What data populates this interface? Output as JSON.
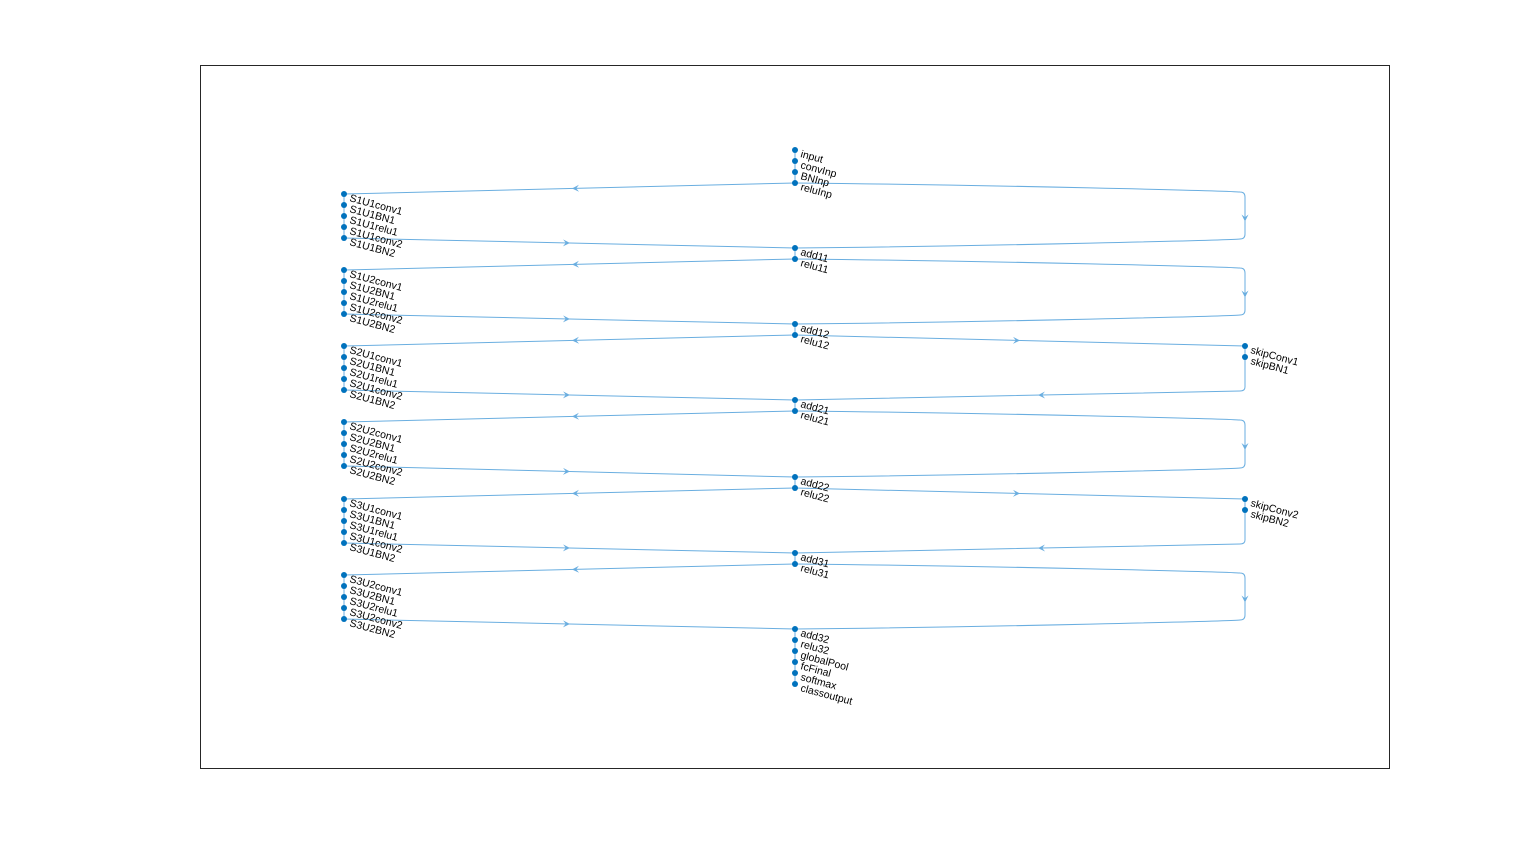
{
  "colors": {
    "edge": "#6aaee0",
    "node": "#0072bd",
    "text": "#000000",
    "axes": "#262626"
  },
  "nodes": [
    "input",
    "convInp",
    "BNInp",
    "reluInp",
    "S1U1conv1",
    "S1U1BN1",
    "S1U1relu1",
    "S1U1conv2",
    "S1U1BN2",
    "add11",
    "relu11",
    "S1U2conv1",
    "S1U2BN1",
    "S1U2relu1",
    "S1U2conv2",
    "S1U2BN2",
    "add12",
    "relu12",
    "skipConv1",
    "skipBN1",
    "S2U1conv1",
    "S2U1BN1",
    "S2U1relu1",
    "S2U1conv2",
    "S2U1BN2",
    "add21",
    "relu21",
    "S2U2conv1",
    "S2U2BN1",
    "S2U2relu1",
    "S2U2conv2",
    "S2U2BN2",
    "add22",
    "relu22",
    "skipConv2",
    "skipBN2",
    "S3U1conv1",
    "S3U1BN1",
    "S3U1relu1",
    "S3U1conv2",
    "S3U1BN2",
    "add31",
    "relu31",
    "S3U2conv1",
    "S3U2BN1",
    "S3U2relu1",
    "S3U2conv2",
    "S3U2BN2",
    "add32",
    "relu32",
    "globalPool",
    "fcFinal",
    "softmax",
    "classoutput"
  ],
  "edges": [
    [
      "input",
      "convInp"
    ],
    [
      "convInp",
      "BNInp"
    ],
    [
      "BNInp",
      "reluInp"
    ],
    [
      "reluInp",
      "S1U1conv1"
    ],
    [
      "S1U1conv1",
      "S1U1BN1"
    ],
    [
      "S1U1BN1",
      "S1U1relu1"
    ],
    [
      "S1U1relu1",
      "S1U1conv2"
    ],
    [
      "S1U1conv2",
      "S1U1BN2"
    ],
    [
      "S1U1BN2",
      "add11"
    ],
    [
      "reluInp",
      "add11"
    ],
    [
      "add11",
      "relu11"
    ],
    [
      "relu11",
      "S1U2conv1"
    ],
    [
      "S1U2conv1",
      "S1U2BN1"
    ],
    [
      "S1U2BN1",
      "S1U2relu1"
    ],
    [
      "S1U2relu1",
      "S1U2conv2"
    ],
    [
      "S1U2conv2",
      "S1U2BN2"
    ],
    [
      "S1U2BN2",
      "add12"
    ],
    [
      "relu11",
      "add12"
    ],
    [
      "add12",
      "relu12"
    ],
    [
      "relu12",
      "S2U1conv1"
    ],
    [
      "S2U1conv1",
      "S2U1BN1"
    ],
    [
      "S2U1BN1",
      "S2U1relu1"
    ],
    [
      "S2U1relu1",
      "S2U1conv2"
    ],
    [
      "S2U1conv2",
      "S2U1BN2"
    ],
    [
      "relu12",
      "skipConv1"
    ],
    [
      "skipConv1",
      "skipBN1"
    ],
    [
      "S2U1BN2",
      "add21"
    ],
    [
      "skipBN1",
      "add21"
    ],
    [
      "add21",
      "relu21"
    ],
    [
      "relu21",
      "S2U2conv1"
    ],
    [
      "S2U2conv1",
      "S2U2BN1"
    ],
    [
      "S2U2BN1",
      "S2U2relu1"
    ],
    [
      "S2U2relu1",
      "S2U2conv2"
    ],
    [
      "S2U2conv2",
      "S2U2BN2"
    ],
    [
      "S2U2BN2",
      "add22"
    ],
    [
      "relu21",
      "add22"
    ],
    [
      "add22",
      "relu22"
    ],
    [
      "relu22",
      "S3U1conv1"
    ],
    [
      "S3U1conv1",
      "S3U1BN1"
    ],
    [
      "S3U1BN1",
      "S3U1relu1"
    ],
    [
      "S3U1relu1",
      "S3U1conv2"
    ],
    [
      "S3U1conv2",
      "S3U1BN2"
    ],
    [
      "relu22",
      "skipConv2"
    ],
    [
      "skipConv2",
      "skipBN2"
    ],
    [
      "S3U1BN2",
      "add31"
    ],
    [
      "skipBN2",
      "add31"
    ],
    [
      "add31",
      "relu31"
    ],
    [
      "relu31",
      "S3U2conv1"
    ],
    [
      "S3U2conv1",
      "S3U2BN1"
    ],
    [
      "S3U2BN1",
      "S3U2relu1"
    ],
    [
      "S3U2relu1",
      "S3U2conv2"
    ],
    [
      "S3U2conv2",
      "S3U2BN2"
    ],
    [
      "S3U2BN2",
      "add32"
    ],
    [
      "relu31",
      "add32"
    ],
    [
      "add32",
      "relu32"
    ],
    [
      "relu32",
      "globalPool"
    ],
    [
      "globalPool",
      "fcFinal"
    ],
    [
      "fcFinal",
      "softmax"
    ],
    [
      "softmax",
      "classoutput"
    ]
  ]
}
